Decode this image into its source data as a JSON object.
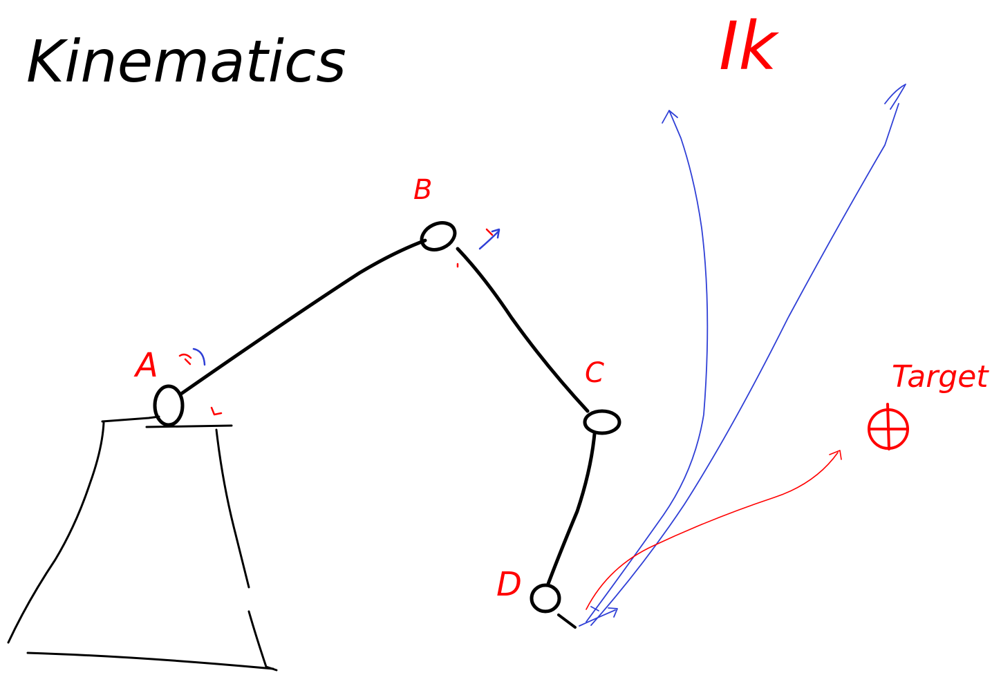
{
  "title": "Kinematics",
  "ik_label": "Ik",
  "joints": [
    {
      "id": "A",
      "label": "A"
    },
    {
      "id": "B",
      "label": "B"
    },
    {
      "id": "C",
      "label": "C"
    },
    {
      "id": "D",
      "label": "D"
    }
  ],
  "target_label": "Target",
  "colors": {
    "ink": "#000000",
    "annotation": "#ff0000",
    "vector": "#2f3fd6"
  }
}
